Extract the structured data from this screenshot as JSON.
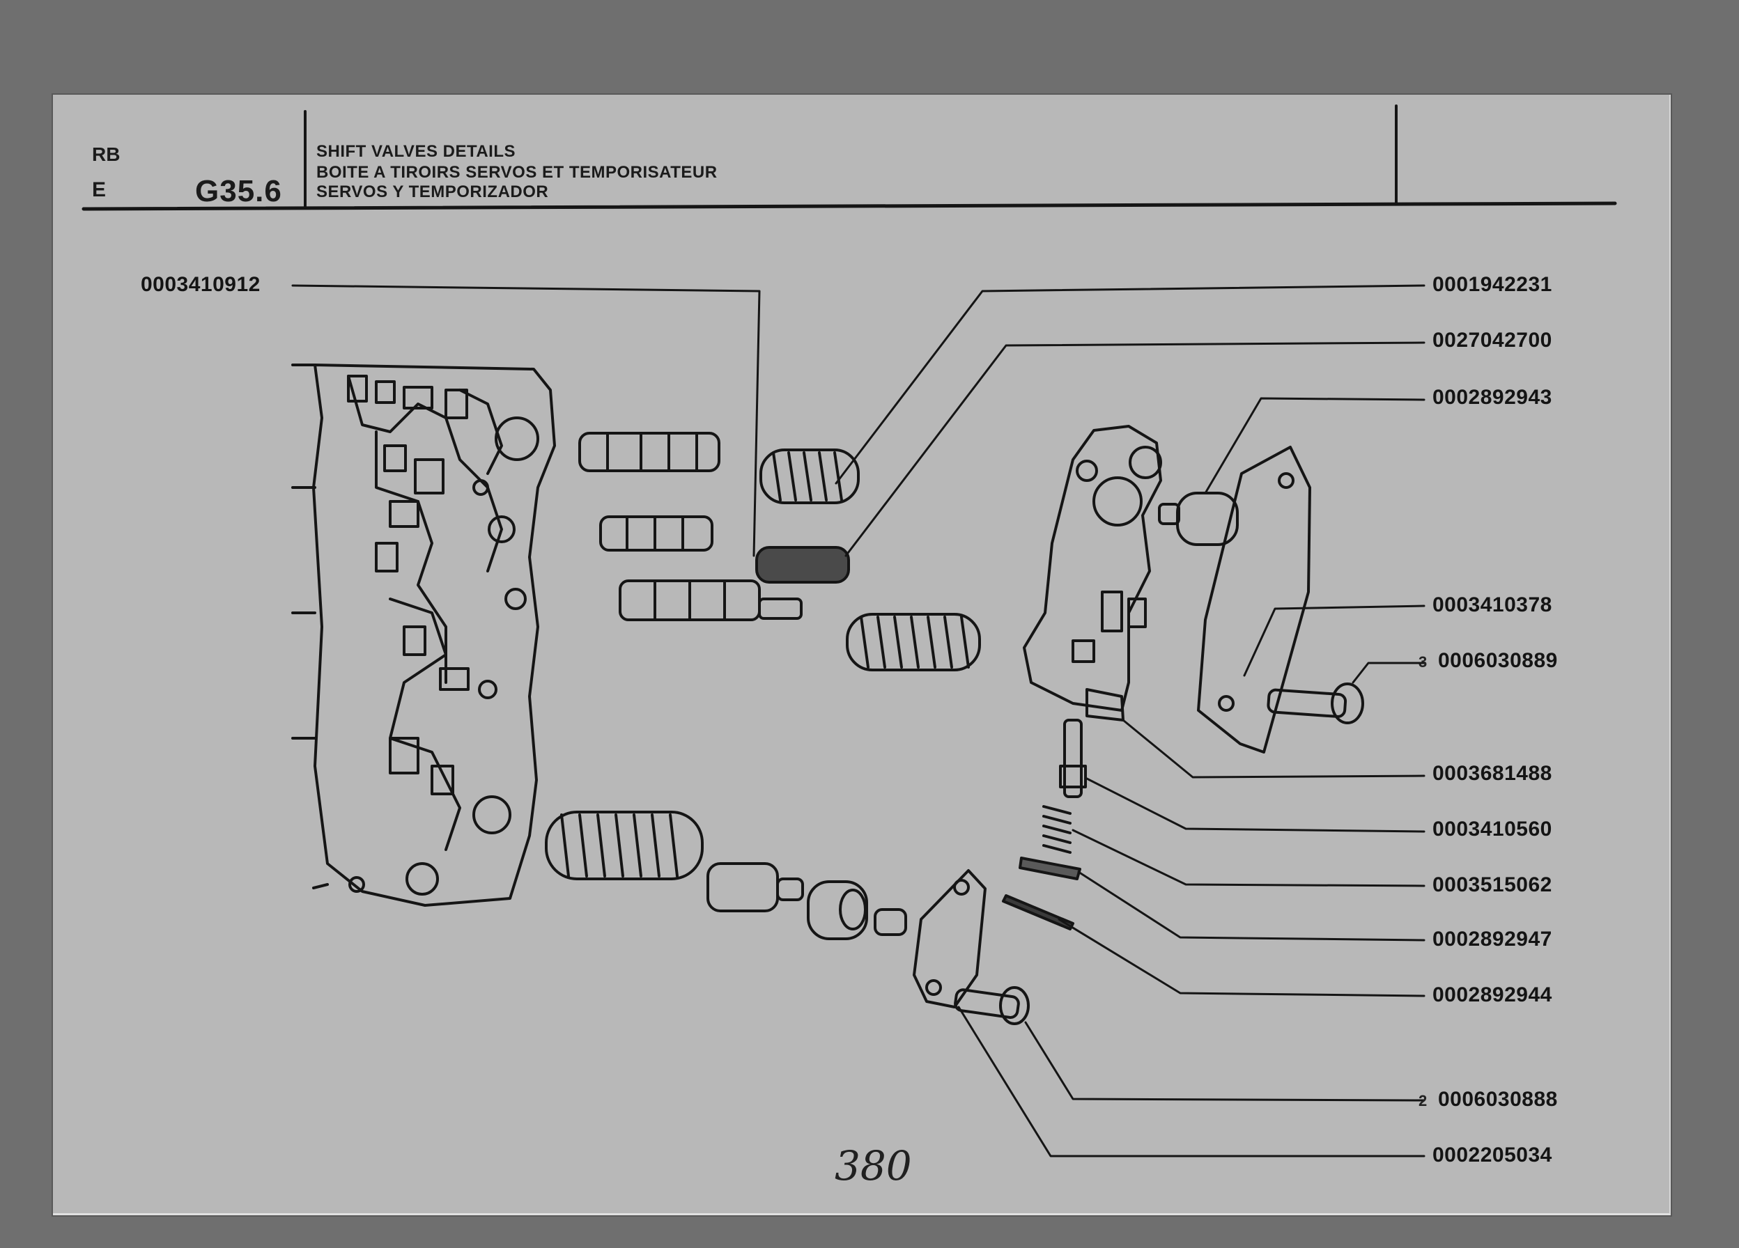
{
  "header": {
    "code_top": "RB",
    "code_bottom": "E",
    "figure": "G35.6",
    "title_lines": [
      "SHIFT VALVES DETAILS",
      "BOITE A TIROIRS SERVOS ET TEMPORISATEUR",
      "SERVOS Y TEMPORIZADOR"
    ]
  },
  "part_numbers": {
    "left": "0003410912",
    "right": [
      "0001942231",
      "0027042700",
      "0002892943",
      "0003410378",
      "0006030889",
      "0003681488",
      "0003410560",
      "0003515062",
      "0002892947",
      "0002892944",
      "0006030888",
      "0002205034"
    ]
  },
  "quantities": {
    "screw_upper": "3",
    "screw_lower": "2"
  },
  "page_number": "380",
  "colors": {
    "background": "#6f6f6f",
    "sheet": "#b8b8b8",
    "ink": "#141414"
  }
}
